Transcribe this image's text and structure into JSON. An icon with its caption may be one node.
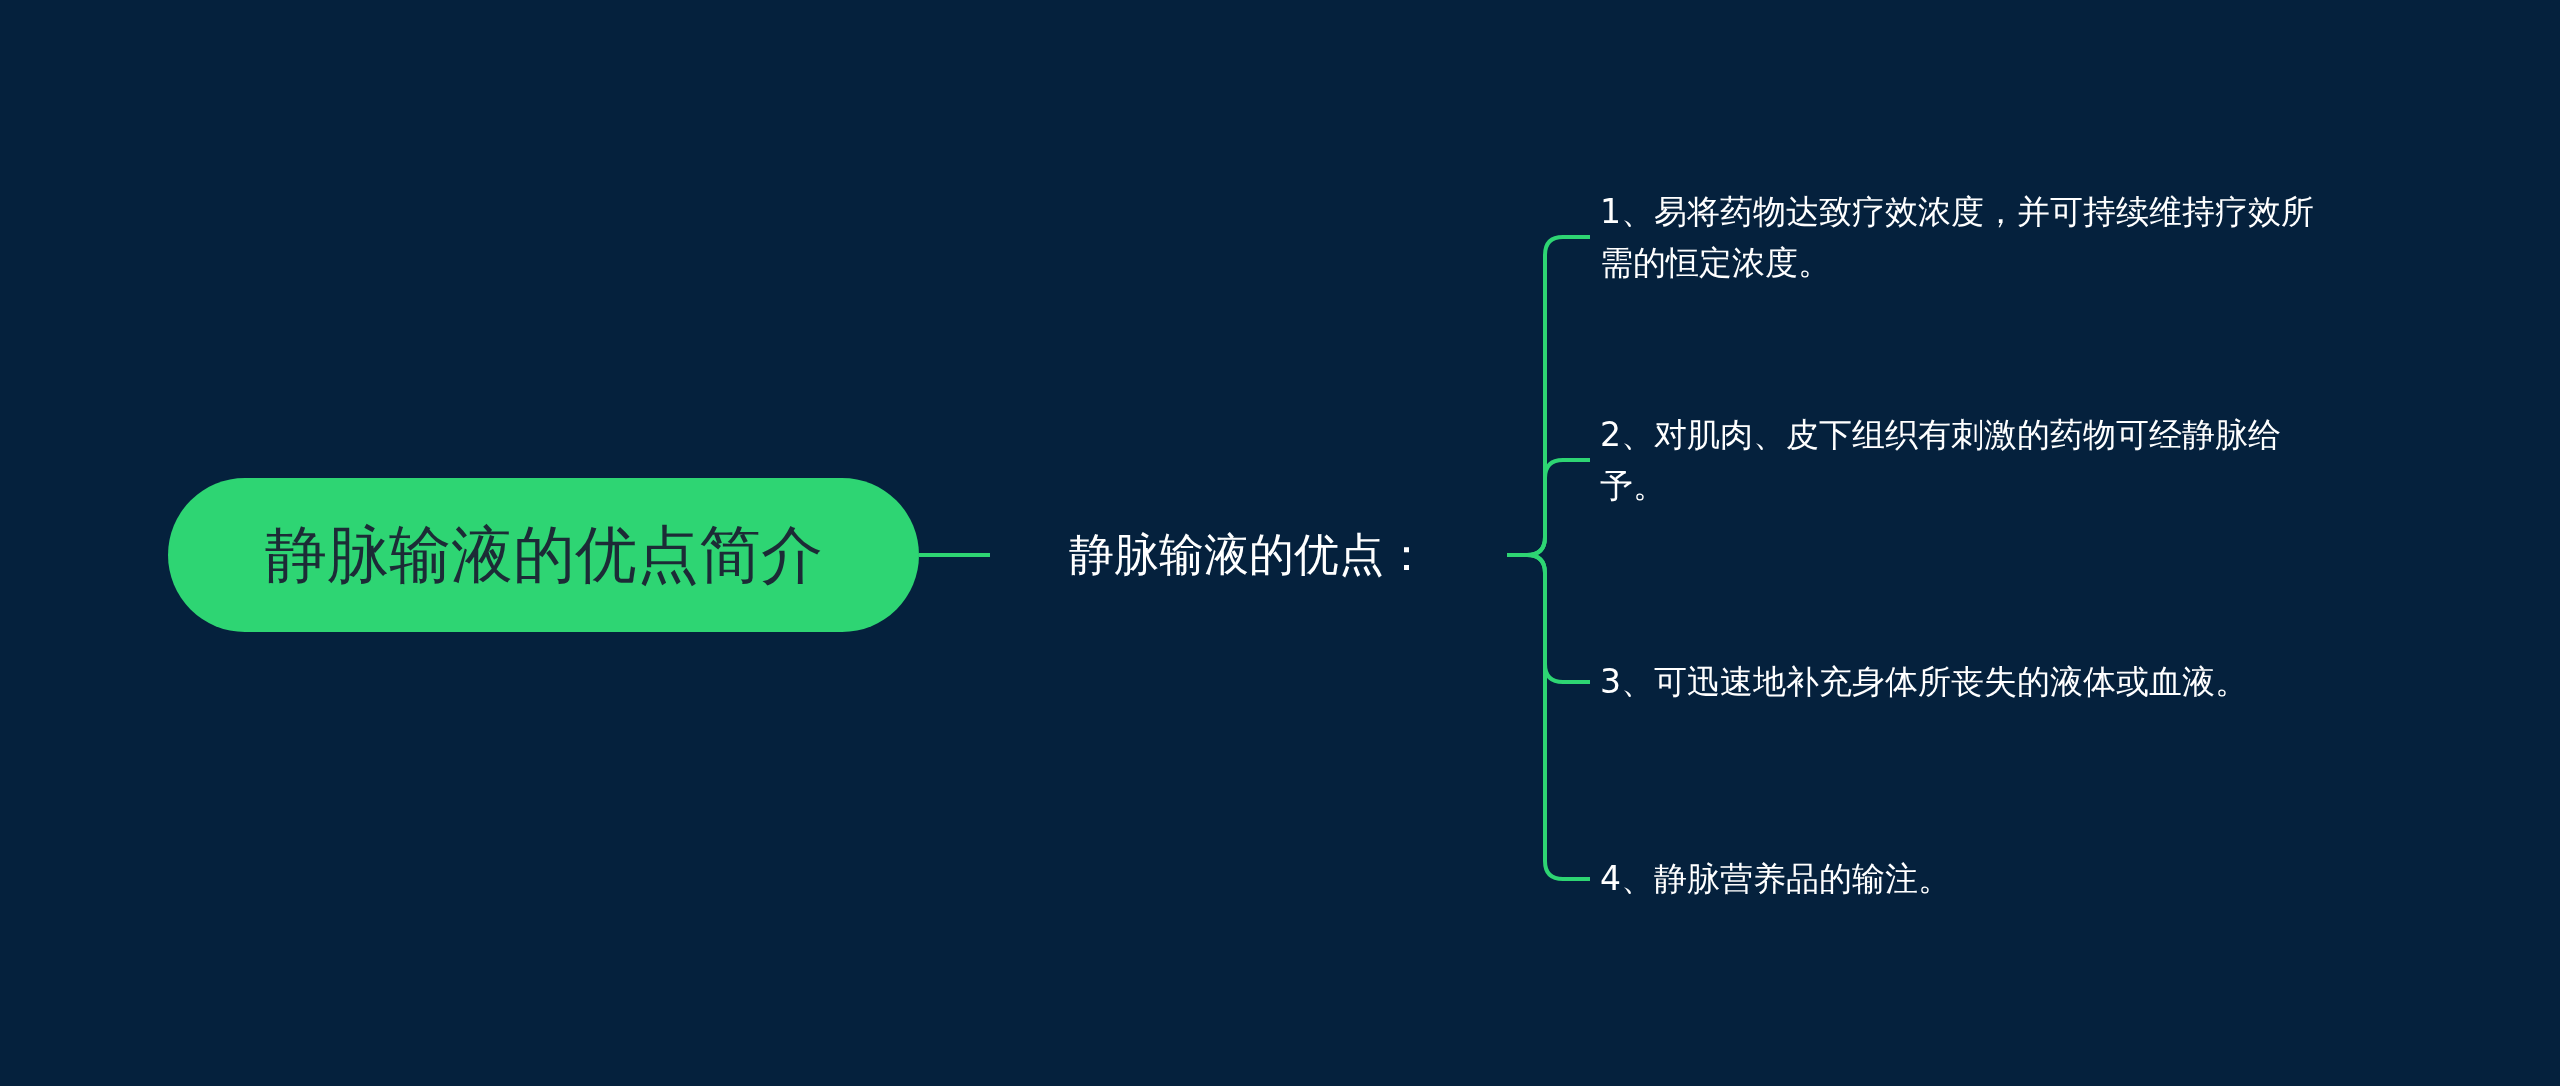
{
  "diagram": {
    "nodes": [
      {
        "text": [
          "静脉输液的优点简介"
        ]
      },
      {
        "text": [
          "静脉输液的优点："
        ]
      },
      {
        "text": [
          "1、易将药物达致疗效浓度，并可持续维持疗效所需的恒定浓度。"
        ]
      },
      {
        "text": [
          "2、对肌肉、皮下组织有刺激的药物可经静脉给予。"
        ]
      },
      {
        "text": [
          "3、可迅速地补充身体所丧失的液体或血液。"
        ]
      },
      {
        "text": [
          "4、静脉营养品的输注。"
        ]
      }
    ],
    "edges": [
      {
        "from": 0,
        "to": 1,
        "arrow": "none"
      },
      {
        "from": 1,
        "to": 2,
        "arrow": "none"
      },
      {
        "from": 1,
        "to": 3,
        "arrow": "none"
      },
      {
        "from": 1,
        "to": 4,
        "arrow": "none"
      },
      {
        "from": 1,
        "to": 5,
        "arrow": "none"
      }
    ]
  }
}
